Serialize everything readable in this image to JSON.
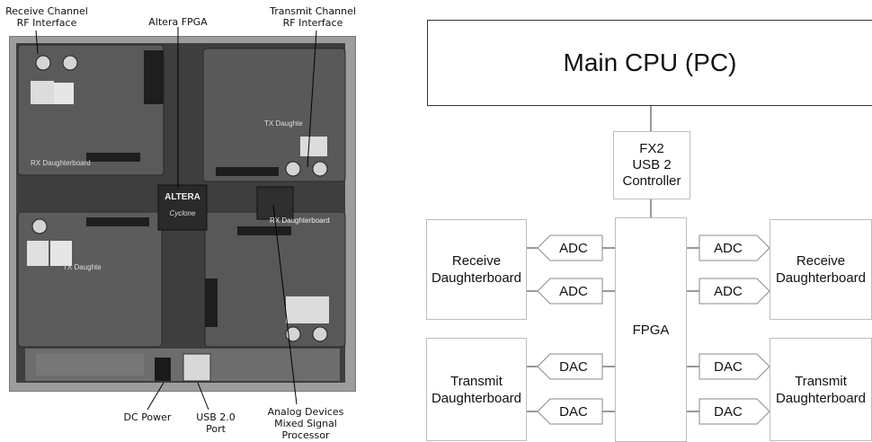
{
  "photo_labels": {
    "rx_rf": "Receive Channel\nRF Interface",
    "fpga": "Altera FPGA",
    "tx_rf": "Transmit Channel\nRF Interface",
    "dc_power": "DC Power",
    "usb_port": "USB 2.0\nPort",
    "adc_dac": "Analog Devices\nMixed Signal\nProcessor"
  },
  "board_text": {
    "tx_daughter_top": "TX Daughte",
    "rx_daughterboard_top": "RX Daughterboard",
    "altera": "ALTERA",
    "cyclone": "Cyclone",
    "rx_daughterboard_mid": "RX Daughterboard",
    "tx_daughterboard_mid": "TX Daughte"
  },
  "diagram": {
    "cpu": "Main CPU (PC)",
    "fx2": "FX2\nUSB 2\nController",
    "fpga": "FPGA",
    "adc": "ADC",
    "dac": "DAC",
    "rx_left": "Receive\nDaughterboard",
    "tx_left": "Transmit\nDaughterboard",
    "rx_right": "Receive\nDaughterboard",
    "tx_right": "Transmit\nDaughterboard"
  }
}
